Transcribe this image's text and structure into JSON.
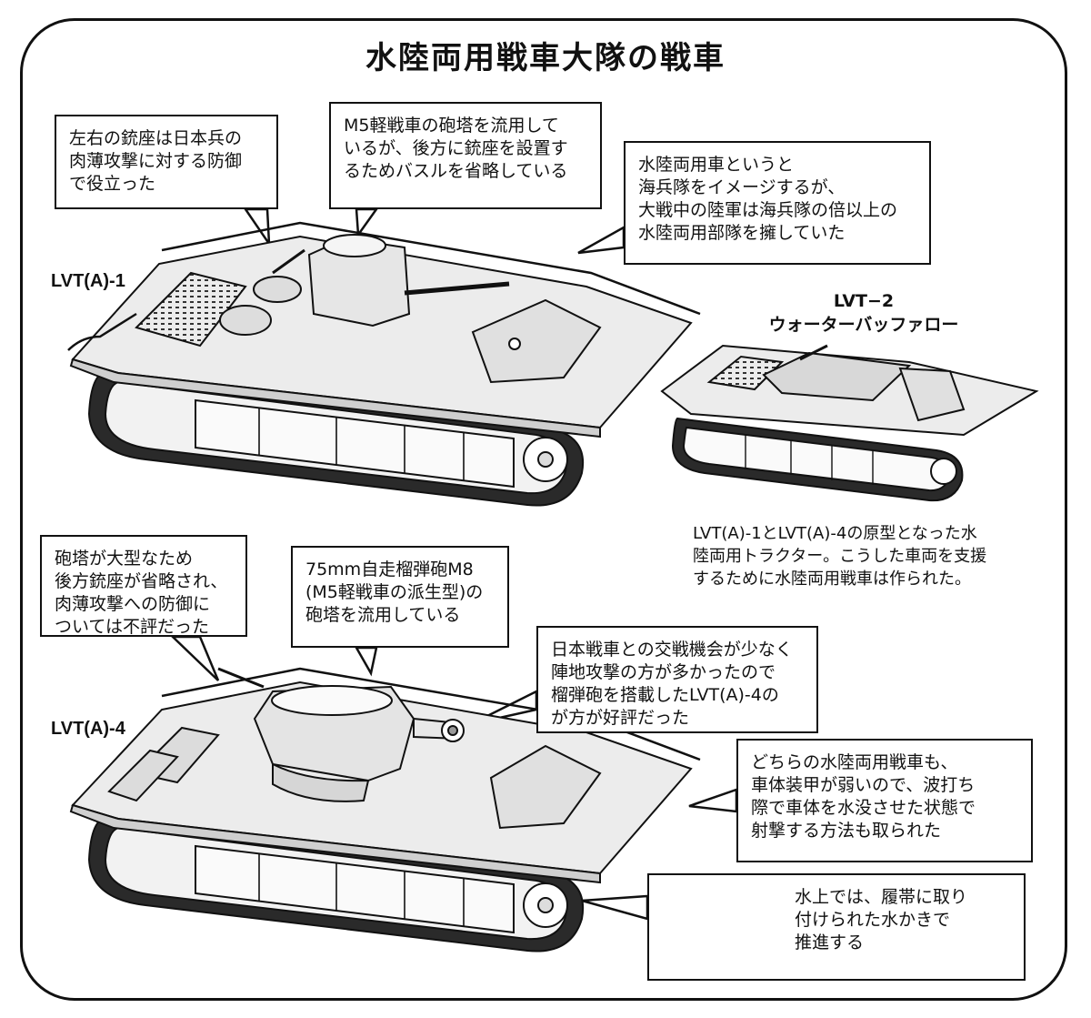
{
  "title": "水陸両用戦車大隊の戦車",
  "callouts": {
    "mounts": "左右の銃座は日本兵の\n肉薄攻撃に対する防御\nで役立った",
    "turret_m5": "M5軽戦車の砲塔を流用して\nいるが、後方に銃座を設置す\nるためバスルを省略している",
    "army": "水陸両用車というと\n海兵隊をイメージするが、\n大戦中の陸軍は海兵隊の倍以上の\n水陸両用部隊を擁していた",
    "large_turret": "砲塔が大型なため\n後方銃座が省略され、\n肉薄攻撃への防御に\nついては不評だった",
    "m8": "75mm自走榴弾砲M8\n(M5軽戦車の派生型)の\n砲塔を流用している",
    "howitzer": "日本戦車との交戦機会が少なく\n陣地攻撃の方が多かったので\n榴弾砲を搭載したLVT(A)-4の\nが方が好評だった",
    "submerge": "どちらの水陸両用戦車も、\n車体装甲が弱いので、波打ち\n際で車体を水没させた状態で\n射撃する方法も取られた",
    "paddle": "水上では、履帯に取り\n付けられた水かきで\n推進する"
  },
  "labels": {
    "lvta1": "LVT(A)-1",
    "lvt2": "LVT−2\nウォーターバッファロー",
    "lvta4": "LVT(A)-4"
  },
  "lvt2_caption": "LVT(A)-1とLVT(A)-4の原型となった水\n陸両用トラクター。こうした車両を支援\nするために水陸両用戦車は作られた。"
}
